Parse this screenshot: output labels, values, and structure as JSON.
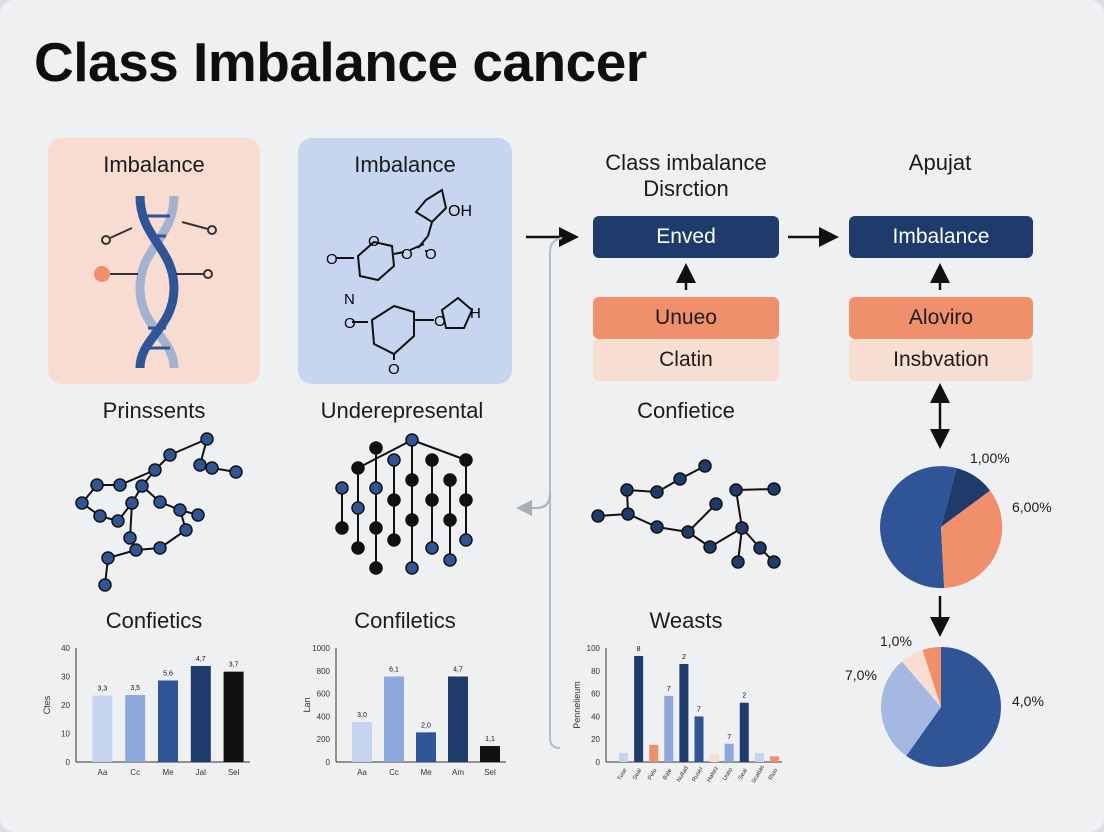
{
  "title": "Class Imbalance cancer",
  "panels": {
    "left": "Imbalance",
    "right": "Imbalance"
  },
  "headings": {
    "h1": "Class imbalance",
    "h2": "Disrction",
    "apujat": "Apujat",
    "prinssents": "Prinssents",
    "underrep": "Underepresental",
    "confietice": "Confietice",
    "confietics_1": "Confietics",
    "confietics_2": "Confiletics",
    "weasts": "Weasts"
  },
  "flow": {
    "enved": "Enved",
    "unueo": "Unueo",
    "clatin": "Clatin",
    "imbalance": "Imbalance",
    "aloviro": "Aloviro",
    "insbvation": "Insbvation"
  },
  "molecule_labels": [
    "OH",
    "O",
    "O",
    "O",
    "O",
    "N",
    "O",
    "O",
    "H",
    "O"
  ],
  "pies": {
    "top": {
      "labels": [
        "1,00%",
        "6,00%"
      ]
    },
    "bottom": {
      "labels": [
        "1,0%",
        "7,0%",
        "4,0%"
      ]
    }
  },
  "colors": {
    "navy": "#1f3b6b",
    "blue": "#2f5597",
    "mid_blue": "#8fa8dc",
    "light_blue": "#c7d4ef",
    "orange": "#ef8f6c",
    "pale_orange": "#f8ddd3",
    "black": "#111111",
    "panel_pink": "#f8dcd2",
    "panel_blue": "#c7d5f0"
  },
  "chart_data": [
    {
      "type": "bar",
      "ylabel": "Ctes",
      "yticks": [
        "0",
        "10",
        "20",
        "30",
        "40"
      ],
      "ylim": [
        0,
        40
      ],
      "categories": [
        "Aa",
        "Cc",
        "Me",
        "Jal",
        "Sel"
      ],
      "values": [
        23.3,
        23.5,
        28.6,
        33.7,
        31.7
      ],
      "value_labels": [
        "3,3",
        "3,5",
        "5,6",
        "4,7",
        "3,7"
      ],
      "colors": [
        "#c7d4ef",
        "#8fa8dc",
        "#2f5597",
        "#1f3b6b",
        "#111111"
      ]
    },
    {
      "type": "bar",
      "ylabel": "Lan",
      "yticks": [
        "0",
        "200",
        "400",
        "600",
        "800",
        "1000"
      ],
      "ylim": [
        0,
        1000
      ],
      "categories": [
        "Aa",
        "Cc",
        "Me",
        "Am",
        "Sel"
      ],
      "values": [
        350,
        750,
        260,
        750,
        140
      ],
      "value_labels": [
        "3,0",
        "6,1",
        "2,0",
        "4,7",
        "1,1"
      ],
      "colors": [
        "#c7d4ef",
        "#8fa8dc",
        "#2f5597",
        "#1f3b6b",
        "#111111"
      ]
    },
    {
      "type": "bar",
      "ylabel": "Pennelieum",
      "yticks": [
        "0",
        "20",
        "40",
        "60",
        "80",
        "100"
      ],
      "ylim": [
        0,
        100
      ],
      "categories": [
        "Tuse",
        "Seal",
        "Pelu",
        "Bale",
        "Nullad",
        "Ruser",
        "Haltez",
        "Ustio",
        "Seai",
        "Scatias",
        "Riuo"
      ],
      "values": [
        8,
        93,
        15,
        58,
        86,
        40,
        7,
        16,
        52,
        8,
        5
      ],
      "value_labels": [
        "",
        "8",
        "",
        "7",
        "2",
        "7",
        "",
        "7",
        "2",
        "",
        ""
      ],
      "colors": [
        "#c7d4ef",
        "#1f3b6b",
        "#ef8f6c",
        "#8fa8dc",
        "#1f3b6b",
        "#2f5597",
        "#f8ddd3",
        "#8fa8dc",
        "#1f3b6b",
        "#c7d4ef",
        "#ef8f6c"
      ]
    }
  ]
}
